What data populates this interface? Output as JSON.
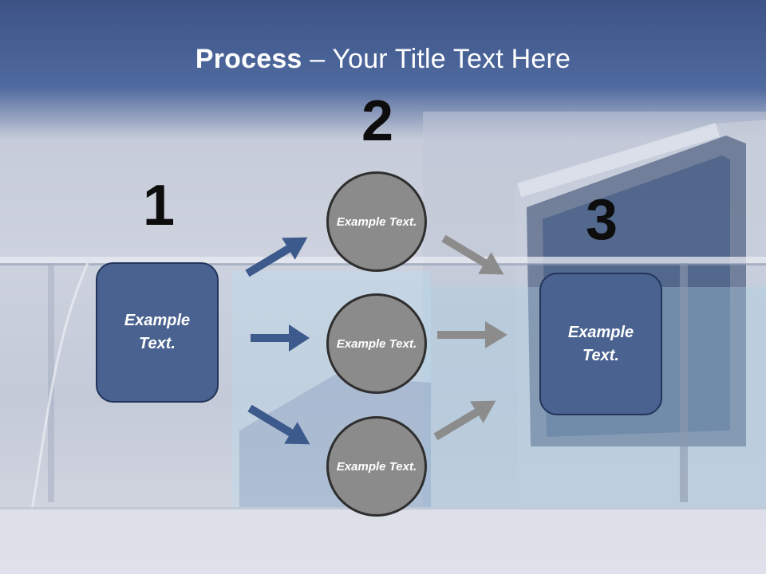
{
  "title": {
    "bold": "Process",
    "rest": " – Your Title Text Here"
  },
  "steps": {
    "one": {
      "number": "1",
      "text": "Example Text."
    },
    "two": {
      "number": "2"
    },
    "three": {
      "number": "3",
      "text": "Example Text."
    }
  },
  "circles": [
    {
      "text": "Example Text."
    },
    {
      "text": "Example Text."
    },
    {
      "text": "Example Text."
    }
  ],
  "colors": {
    "box_fill": "#4a6290",
    "box_border": "#22345c",
    "circle_fill": "#8b8b8b",
    "circle_border": "#2f2f2f",
    "blue_arrow": "#3d5a8c",
    "gray_arrow": "#8c8c8c"
  }
}
